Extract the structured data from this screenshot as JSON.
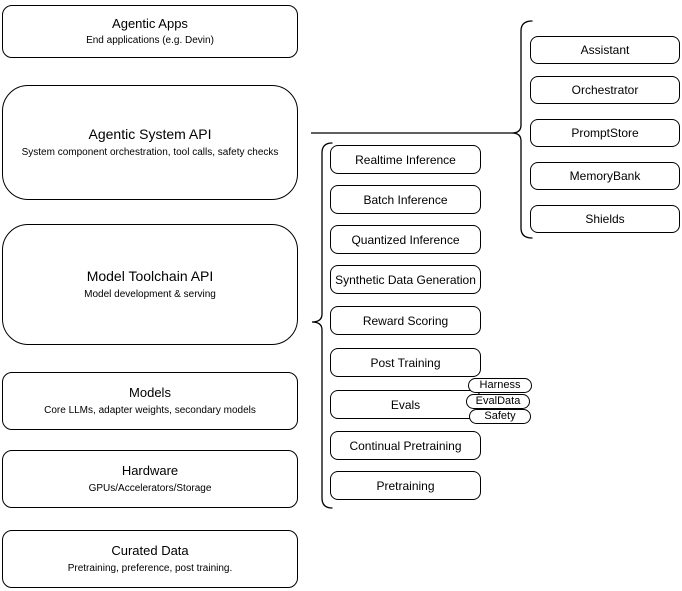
{
  "diagram": {
    "layers": [
      {
        "title": "Agentic Apps",
        "subtitle": "End applications (e.g. Devin)"
      },
      {
        "title": "Agentic System API",
        "subtitle": "System component orchestration, tool calls, safety checks"
      },
      {
        "title": "Model Toolchain API",
        "subtitle": "Model development & serving"
      },
      {
        "title": "Models",
        "subtitle": "Core LLMs, adapter weights, secondary models"
      },
      {
        "title": "Hardware",
        "subtitle": "GPUs/Accelerators/Storage"
      },
      {
        "title": "Curated Data",
        "subtitle": "Pretraining, preference, post training."
      }
    ],
    "toolchain_items": [
      "Realtime Inference",
      "Batch Inference",
      "Quantized Inference",
      "Synthetic Data Generation",
      "Reward Scoring",
      "Post Training",
      "Evals",
      "Continual Pretraining",
      "Pretraining"
    ],
    "evals_tags": [
      "Harness",
      "EvalData",
      "Safety"
    ],
    "system_components": [
      "Assistant",
      "Orchestrator",
      "PromptStore",
      "MemoryBank",
      "Shields"
    ],
    "colors": {
      "stroke": "#000000",
      "background": "#ffffff",
      "text": "#000000"
    }
  }
}
